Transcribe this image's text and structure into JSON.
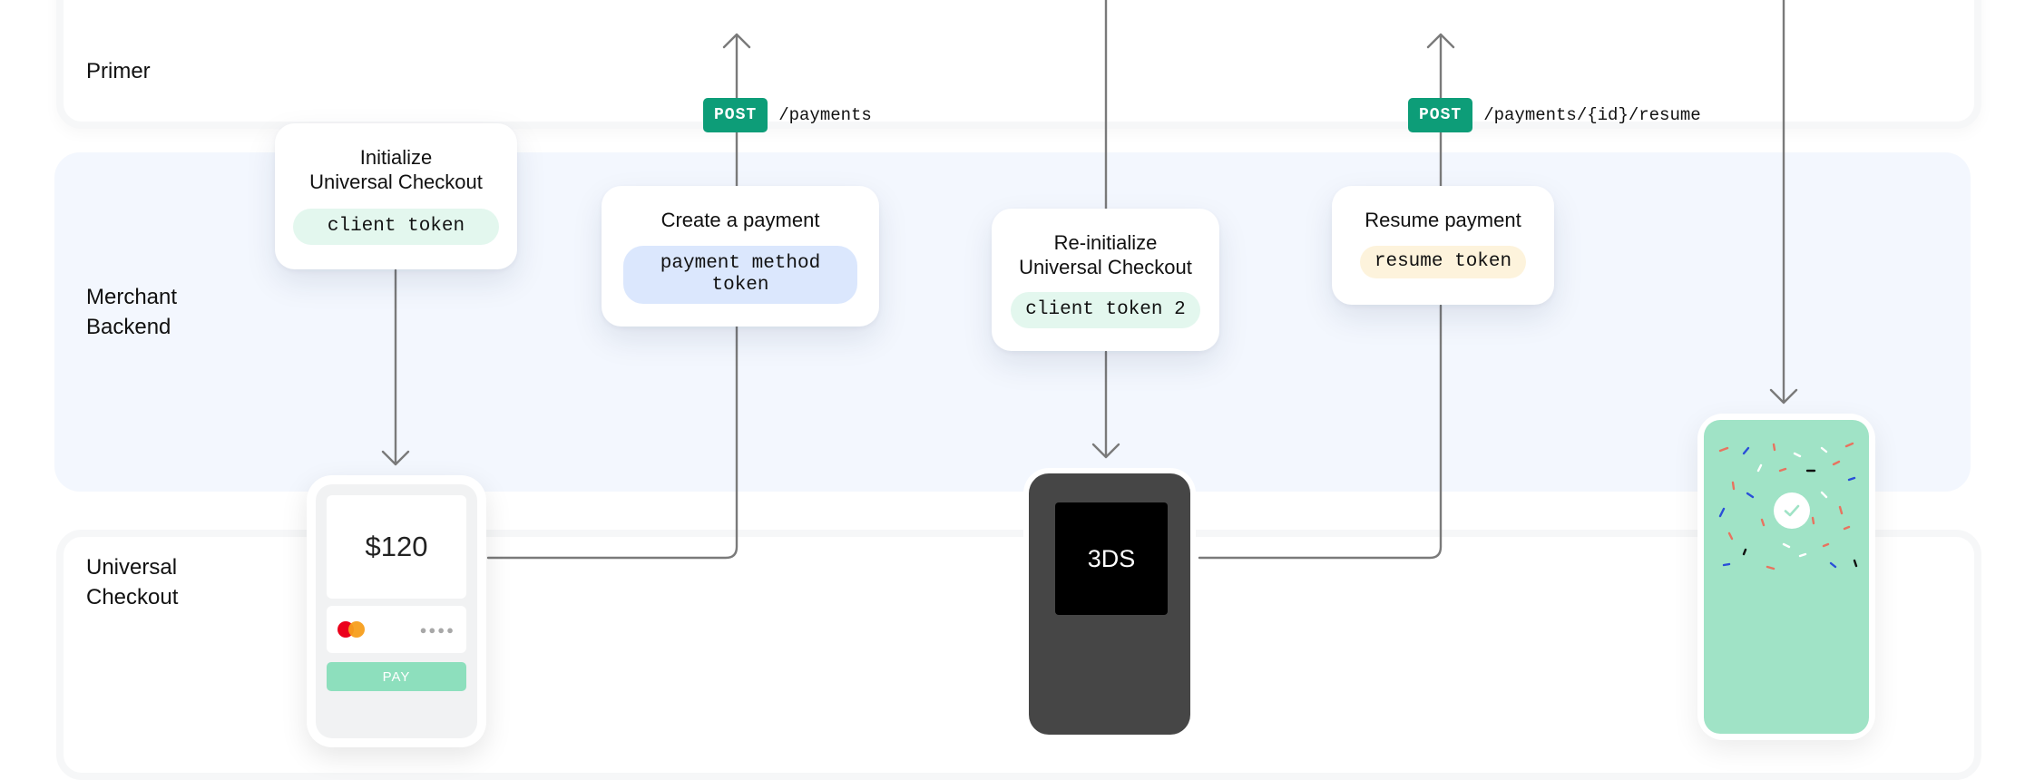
{
  "lanes": {
    "primer": "Primer",
    "merchant": "Merchant\nBackend",
    "universal_checkout": "Universal\nCheckout"
  },
  "cards": {
    "initialize": {
      "title": "Initialize\nUniversal Checkout",
      "pill": "client token"
    },
    "create_payment": {
      "title": "Create a payment",
      "pill": "payment method\ntoken"
    },
    "reinitialize": {
      "title": "Re-initialize\nUniversal Checkout",
      "pill": "client token 2"
    },
    "resume": {
      "title": "Resume payment",
      "pill": "resume token"
    }
  },
  "api_calls": {
    "payments": {
      "method": "POST",
      "endpoint": "/payments"
    },
    "resume": {
      "method": "POST",
      "endpoint": "/payments/{id}/resume"
    }
  },
  "checkout_phone": {
    "amount": "$120",
    "pay_label": "PAY",
    "masked_card": "●●●●"
  },
  "threeds_phone": {
    "label": "3DS"
  },
  "colors": {
    "post_badge": "#0d9d78",
    "pill_green": "#e3f7ee",
    "pill_blue": "#dbe7fd",
    "pill_yellow": "#fdf3dc",
    "merchant_lane": "#f3f7fe",
    "success_screen": "#a0e3c6",
    "arrow": "#7a7a7a"
  }
}
